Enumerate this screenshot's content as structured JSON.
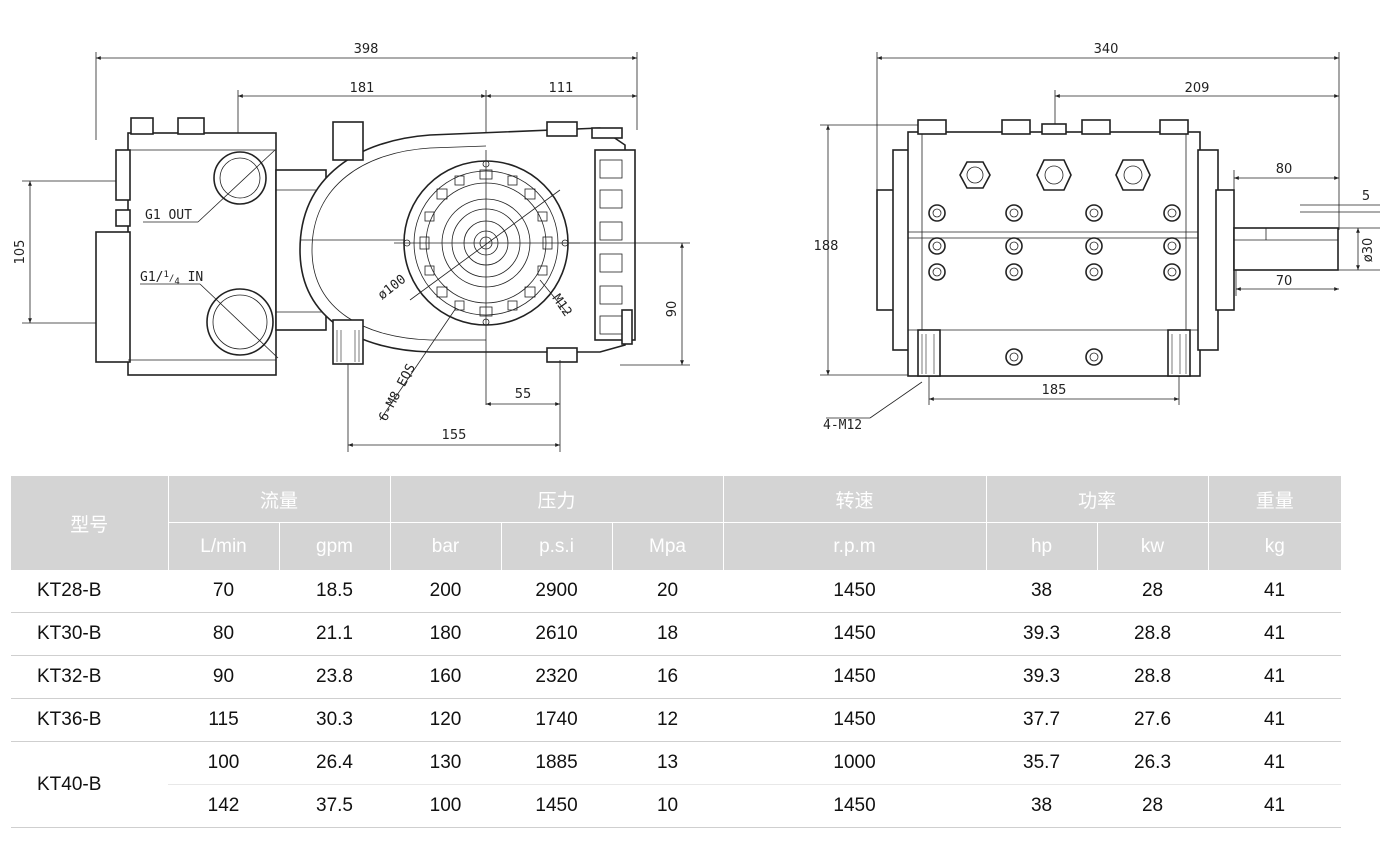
{
  "drawing_front": {
    "dim_total": "398",
    "dim_a": "181",
    "dim_b": "111",
    "dim_height": "105",
    "dim_right": "90",
    "dim_bottom_a": "55",
    "dim_bottom_b": "155",
    "label_out": "G1 OUT",
    "label_in_prefix": "G1/",
    "label_in_frac_num": "1",
    "label_in_frac_den": "4",
    "label_in_suffix": " IN",
    "label_circle": "ø100",
    "label_bolt": "M12",
    "label_holes": "6-M8 EQS"
  },
  "drawing_side": {
    "dim_total": "340",
    "dim_a": "209",
    "dim_shaft_len": "80",
    "dim_key": "5",
    "dim_shaft_dia": "ø30",
    "dim_key_len": "70",
    "dim_height": "188",
    "dim_base": "185",
    "label_mount": "4-M12"
  },
  "table": {
    "group_headers": {
      "model": "型号",
      "flow": "流量",
      "pressure": "压力",
      "speed": "转速",
      "power": "功率",
      "weight": "重量"
    },
    "unit_headers": {
      "lmin": "L/min",
      "gpm": "gpm",
      "bar": "bar",
      "psi": "p.s.i",
      "mpa": "Mpa",
      "rpm": "r.p.m",
      "hp": "hp",
      "kw": "kw",
      "kg": "kg"
    },
    "rows": [
      {
        "model": "KT28-B",
        "lmin": "70",
        "gpm": "18.5",
        "bar": "200",
        "psi": "2900",
        "mpa": "20",
        "rpm": "1450",
        "hp": "38",
        "kw": "28",
        "kg": "41"
      },
      {
        "model": "KT30-B",
        "lmin": "80",
        "gpm": "21.1",
        "bar": "180",
        "psi": "2610",
        "mpa": "18",
        "rpm": "1450",
        "hp": "39.3",
        "kw": "28.8",
        "kg": "41"
      },
      {
        "model": "KT32-B",
        "lmin": "90",
        "gpm": "23.8",
        "bar": "160",
        "psi": "2320",
        "mpa": "16",
        "rpm": "1450",
        "hp": "39.3",
        "kw": "28.8",
        "kg": "41"
      },
      {
        "model": "KT36-B",
        "lmin": "115",
        "gpm": "30.3",
        "bar": "120",
        "psi": "1740",
        "mpa": "12",
        "rpm": "1450",
        "hp": "37.7",
        "kw": "27.6",
        "kg": "41"
      },
      {
        "model": "KT40-B",
        "lmin": "100",
        "gpm": "26.4",
        "bar": "130",
        "psi": "1885",
        "mpa": "13",
        "rpm": "1000",
        "hp": "35.7",
        "kw": "26.3",
        "kg": "41"
      },
      {
        "model": "",
        "lmin": "142",
        "gpm": "37.5",
        "bar": "100",
        "psi": "1450",
        "mpa": "10",
        "rpm": "1450",
        "hp": "38",
        "kw": "28",
        "kg": "41"
      }
    ]
  }
}
